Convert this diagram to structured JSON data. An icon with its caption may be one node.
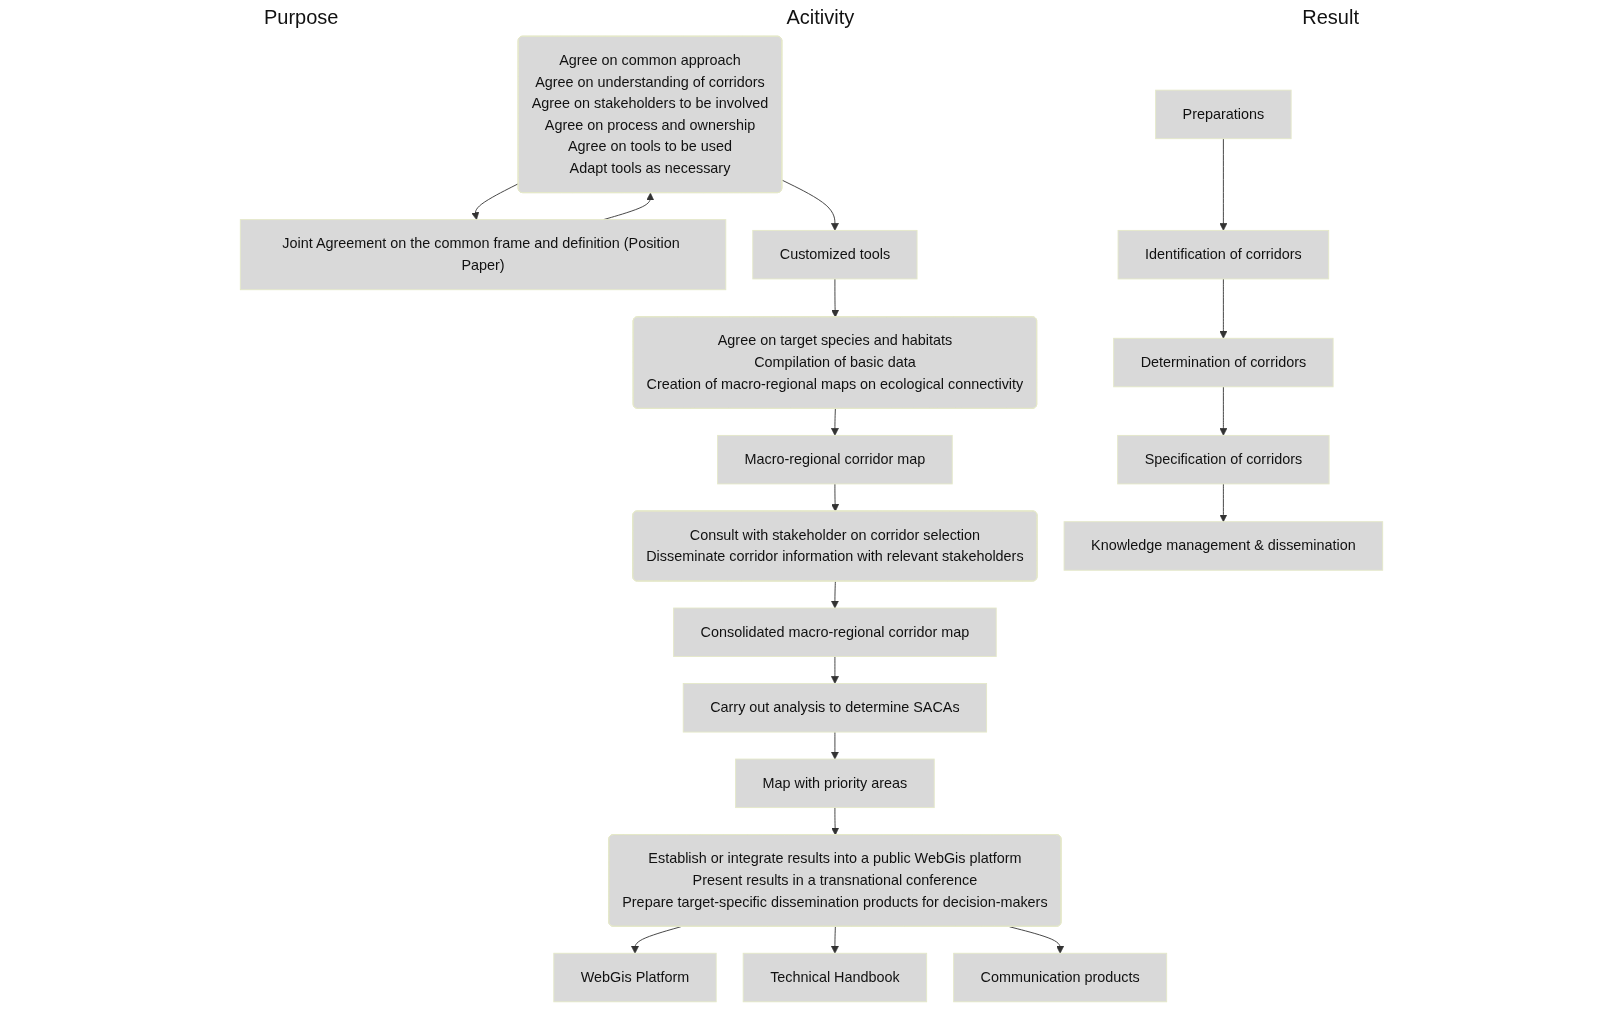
{
  "diagram": {
    "nodes": [
      {
        "text": [
          "Preparations"
        ]
      },
      {
        "text": [
          "Agree on common approach",
          "Agree on understanding of corridors",
          "Agree on stakeholders to be involved",
          "Agree on process and ownership",
          "Agree on tools to be used",
          "Adapt tools as necessary"
        ]
      },
      {
        "text": [
          "Joint Agreement on the common frame and definition (Position Paper)"
        ]
      },
      {
        "text": [
          "Customized tools"
        ]
      },
      {
        "text": [
          "Identification of corridors"
        ]
      },
      {
        "text": [
          "Agree on target species and habitats",
          "Compilation of basic data",
          "Creation of macro-regional maps on ecological connectivity"
        ]
      },
      {
        "text": [
          "Macro-regional corridor map"
        ]
      },
      {
        "text": [
          "Determination of corridors"
        ]
      },
      {
        "text": [
          "Consult with stakeholder on corridor selection",
          "Disseminate corridor information with relevant stakeholders"
        ]
      },
      {
        "text": [
          "Consolidated macro-regional corridor map"
        ]
      },
      {
        "text": [
          "Specification of corridors"
        ]
      },
      {
        "text": [
          "Carry out analysis to determine SACAs"
        ]
      },
      {
        "text": [
          "Map with priority areas"
        ]
      },
      {
        "text": [
          "Knowledge management & dissemination"
        ]
      },
      {
        "text": [
          "Establish or integrate results into a public WebGis platform",
          "Present results in a transnational conference",
          "Prepare target-specific dissemination products for decision-makers"
        ]
      },
      {
        "text": [
          "WebGis Platform"
        ]
      },
      {
        "text": [
          "Technical Handbook"
        ]
      },
      {
        "text": [
          "Communication products"
        ]
      }
    ],
    "edges": [
      {
        "from": 0,
        "to": 4,
        "arrow": "to"
      },
      {
        "from": 4,
        "to": 7,
        "arrow": "to"
      },
      {
        "from": 7,
        "to": 10,
        "arrow": "to"
      },
      {
        "from": 10,
        "to": 13,
        "arrow": "to"
      },
      {
        "from": 1,
        "to": 2,
        "arrow": "to"
      },
      {
        "from": 2,
        "to": 1,
        "arrow": "to"
      },
      {
        "from": 1,
        "to": 3,
        "arrow": "to"
      },
      {
        "from": 3,
        "to": 5,
        "arrow": "to"
      },
      {
        "from": 5,
        "to": 6,
        "arrow": "to"
      },
      {
        "from": 6,
        "to": 8,
        "arrow": "to"
      },
      {
        "from": 8,
        "to": 9,
        "arrow": "to"
      },
      {
        "from": 9,
        "to": 11,
        "arrow": "to"
      },
      {
        "from": 11,
        "to": 12,
        "arrow": "to"
      },
      {
        "from": 12,
        "to": 14,
        "arrow": "to"
      },
      {
        "from": 14,
        "to": 15,
        "arrow": "to"
      },
      {
        "from": 14,
        "to": 16,
        "arrow": "to"
      },
      {
        "from": 14,
        "to": 17,
        "arrow": "to"
      }
    ],
    "labels": [
      "Purpose",
      "Acitivity",
      "Result"
    ]
  }
}
